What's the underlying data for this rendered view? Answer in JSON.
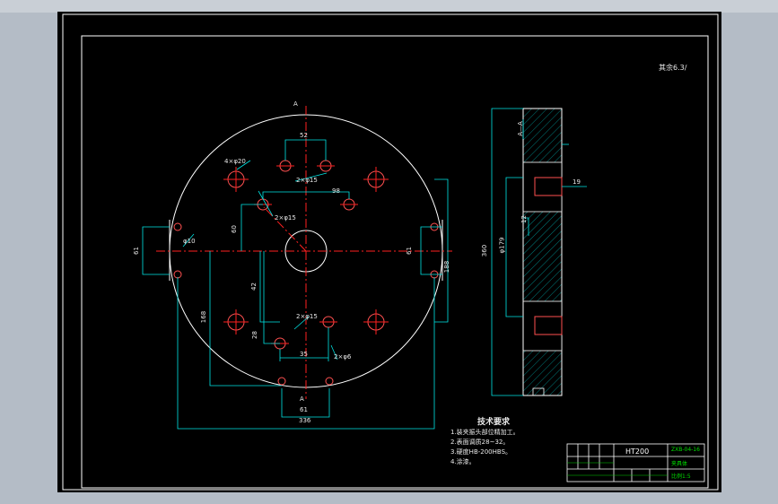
{
  "drawing": {
    "top_right_mark": "其余6.3/",
    "section_mark_top": "A",
    "section_mark_bottom": "A",
    "side_section_label": "A—A"
  },
  "dimensions": {
    "d52": "52",
    "d4phi20": "4×φ20",
    "d2phi15_top": "2×φ15",
    "d98": "98",
    "d2phi15_mid": "2×φ15",
    "d60": "60",
    "phi10": "φ10",
    "d61_left": "61",
    "d61_right": "61",
    "d188": "188",
    "d42": "42",
    "d168": "168",
    "d2phi15_low": "2×φ15",
    "d28": "28",
    "d35": "35",
    "d2phi6": "2×φ6",
    "d61_bottom": "61",
    "d336": "336",
    "d19": "19",
    "d12": "12",
    "phi179": "φ179",
    "d360": "360"
  },
  "notes": {
    "heading": "技术要求",
    "lines": [
      "1.装夹振头部位精加工。",
      "2.表面调质28~32。",
      "3.硬度HB-200HBS。",
      "4.涂漆。"
    ]
  },
  "title_block": {
    "material": "HT200",
    "drawing_no": "ZXB-04-16",
    "part_name": "夹具体",
    "scale": "比例1:5"
  },
  "colors": {
    "canvas": "#000000",
    "outline": "#ffffff",
    "dimension": "#00ffff",
    "center": "#ff2020",
    "hole": "#ff4040",
    "section": "#00ffff"
  }
}
